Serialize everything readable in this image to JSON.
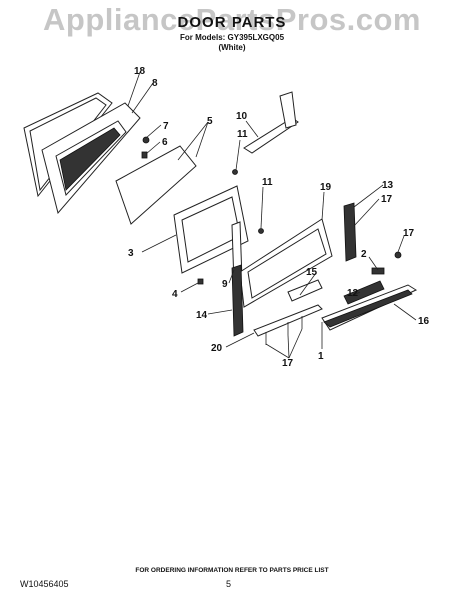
{
  "watermark": "AppliancePartsPros.com",
  "title": "DOOR PARTS",
  "subtitle_line1": "For Models: GY395LXGQ05",
  "subtitle_line2": "(White)",
  "footer_center": "FOR ORDERING INFORMATION REFER TO PARTS PRICE LIST",
  "footer_left": "W10456405",
  "page_number": "5",
  "callouts": {
    "c18": "18",
    "c8": "8",
    "c7": "7",
    "c6": "6",
    "c5": "5",
    "c10": "10",
    "c11a": "11",
    "c11b": "11",
    "c19": "19",
    "c13": "13",
    "c17a": "17",
    "c17b": "17",
    "c17c": "17",
    "c3": "3",
    "c2": "2",
    "c15": "15",
    "c12": "12",
    "c4": "4",
    "c9": "9",
    "c14": "14",
    "c16": "16",
    "c20": "20",
    "c1": "1"
  }
}
